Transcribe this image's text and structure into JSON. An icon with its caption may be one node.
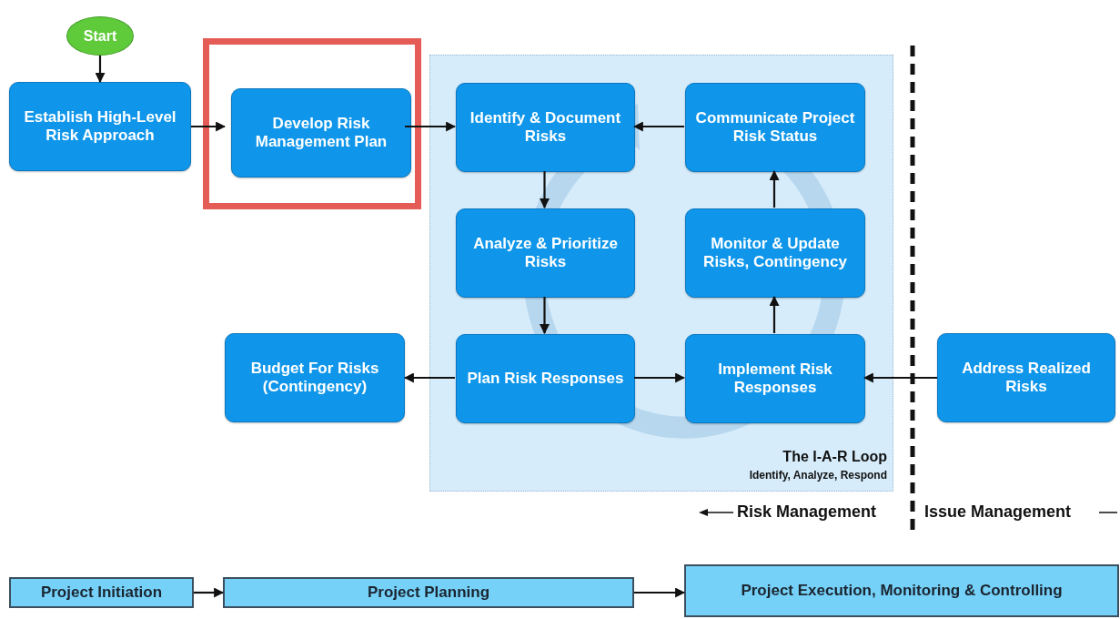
{
  "diagram": {
    "nodes": [
      {
        "text": [
          "Start"
        ]
      },
      {
        "text": [
          "Establish High-Level Risk Approach"
        ]
      },
      {
        "text": [],
        "shape": "box"
      },
      {
        "text": [
          "Develop Risk Management Plan"
        ],
        "in": 2
      },
      {
        "text": [
          "The I-A-R Loop",
          "Identify, Analyze, Respond"
        ]
      },
      {
        "text": [
          "Identify & Document Risks"
        ],
        "in": 4
      },
      {
        "text": [
          "Communicate Project Risk Status"
        ],
        "in": 4
      },
      {
        "text": [
          "Analyze & Prioritize Risks"
        ],
        "in": 4
      },
      {
        "text": [
          "Monitor & Update Risks, Contingency"
        ],
        "in": 4
      },
      {
        "text": [
          "Budget For Risks (Contingency)"
        ]
      },
      {
        "text": [
          "Plan Risk Responses"
        ],
        "in": 4
      },
      {
        "text": [
          "Implement Risk Responses"
        ],
        "in": 4
      },
      {
        "text": [
          "Address Realized Risks"
        ]
      },
      {
        "text": [
          "Project Initiation"
        ]
      },
      {
        "text": [
          "Project Planning"
        ]
      },
      {
        "text": [
          "Project Execution, Monitoring & Controlling"
        ]
      }
    ],
    "edges": [
      {
        "from": 0,
        "to": 1,
        "arrow": "to"
      },
      {
        "from": 1,
        "to": 3,
        "arrow": "to"
      },
      {
        "from": 3,
        "to": 5,
        "arrow": "to"
      },
      {
        "from": 6,
        "to": 5,
        "arrow": "to"
      },
      {
        "from": 5,
        "to": 7,
        "arrow": "to"
      },
      {
        "from": 7,
        "to": 10,
        "arrow": "to"
      },
      {
        "from": 10,
        "to": 9,
        "arrow": "to"
      },
      {
        "from": 10,
        "to": 11,
        "arrow": "to"
      },
      {
        "from": 11,
        "to": 8,
        "arrow": "to"
      },
      {
        "from": 8,
        "to": 6,
        "arrow": "to"
      },
      {
        "from": 12,
        "to": 11,
        "arrow": "to"
      },
      {
        "from": 13,
        "to": 14,
        "arrow": "to"
      },
      {
        "from": 14,
        "to": 15,
        "arrow": "to"
      }
    ],
    "labels": [
      "Risk Management",
      "Issue Management"
    ]
  }
}
